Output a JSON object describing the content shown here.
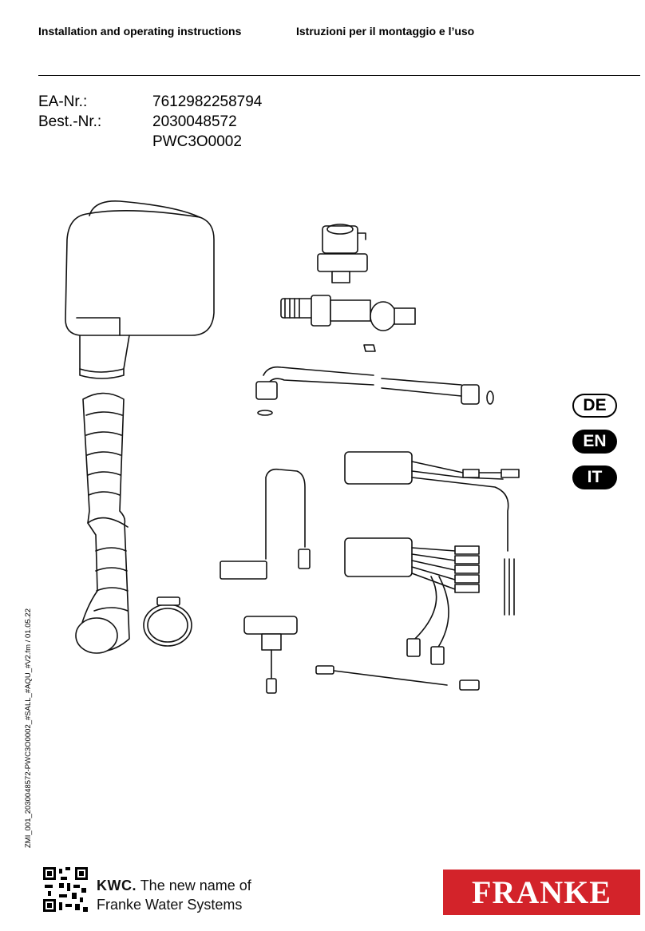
{
  "header": {
    "left_title": "Installation and operating instructions",
    "right_title": "Istruzioni per il montaggio e l’uso"
  },
  "identifiers": {
    "ea_label": "EA-Nr.:",
    "ea_value": "7612982258794",
    "best_label": "Best.-Nr.:",
    "best_value": "2030048572",
    "model": "PWC3O0002"
  },
  "languages": [
    "DE",
    "EN",
    "IT"
  ],
  "side_note": "ZMI_001_2030048572-PWC3O0002_#SALL_#AQU_#V2.fm / 01.05.22",
  "footer": {
    "kwc_brand": "KWC.",
    "kwc_tagline_1": "The new name of",
    "kwc_tagline_2": "Franke Water Systems",
    "logo_text": "FRANKE",
    "logo_color": "#d3232a"
  },
  "icons": [
    "qr-code-icon"
  ]
}
